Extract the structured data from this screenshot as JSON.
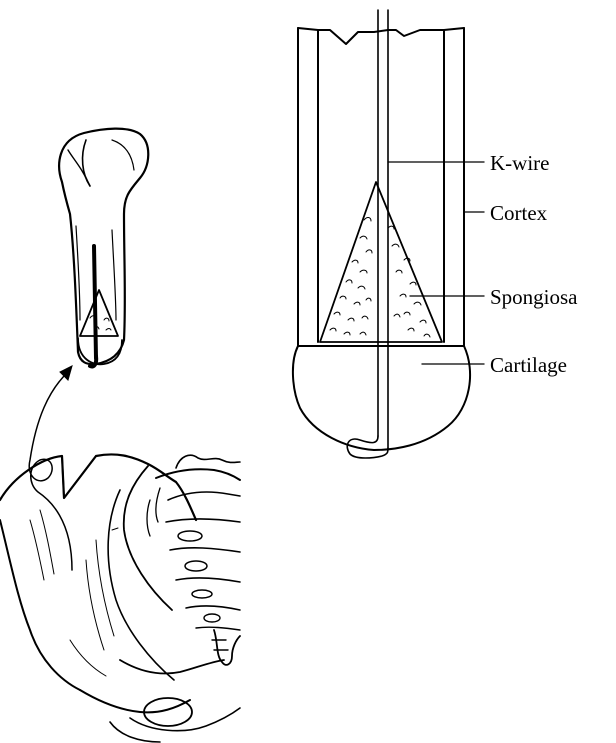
{
  "labels": {
    "kwire": "K-wire",
    "cortex": "Cortex",
    "spongiosa": "Spongiosa",
    "cartilage": "Cartilage"
  }
}
